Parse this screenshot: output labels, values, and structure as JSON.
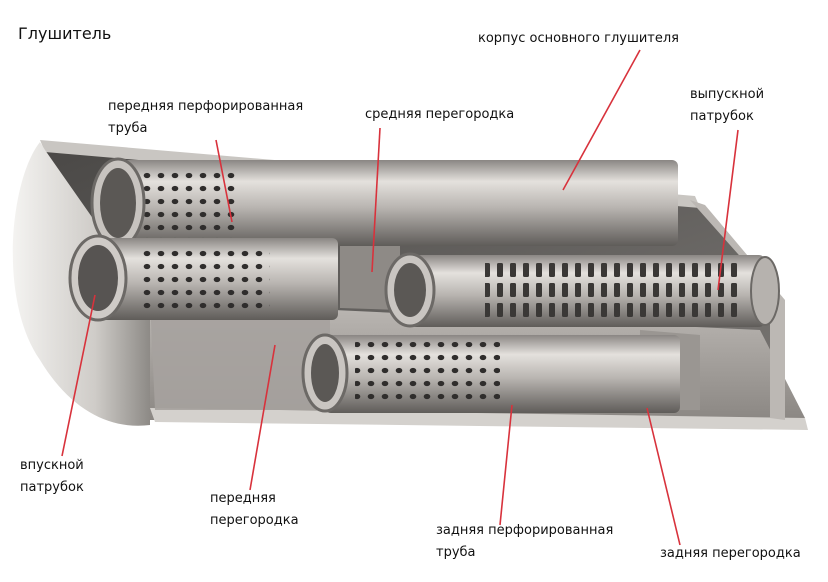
{
  "title": "Глушитель",
  "labels": {
    "body": "корпус основного глушителя",
    "front_perf_tube_1": "передняя перфорированная",
    "front_perf_tube_2": "труба",
    "middle_partition": "средняя перегородка",
    "outlet_1": "выпускной",
    "outlet_2": "патрубок",
    "inlet_1": "впускной",
    "inlet_2": "патрубок",
    "front_partition_1": "передняя",
    "front_partition_2": "перегородка",
    "rear_perf_tube_1": "задняя перфорированная",
    "rear_perf_tube_2": "труба",
    "rear_partition": "задняя перегородка"
  },
  "colors": {
    "leader": "#d8323c",
    "metal_light": "#d9d6d2",
    "metal_mid": "#a9a5a1",
    "metal_dark": "#5d5a58",
    "shadow": "#2e2c2b"
  }
}
